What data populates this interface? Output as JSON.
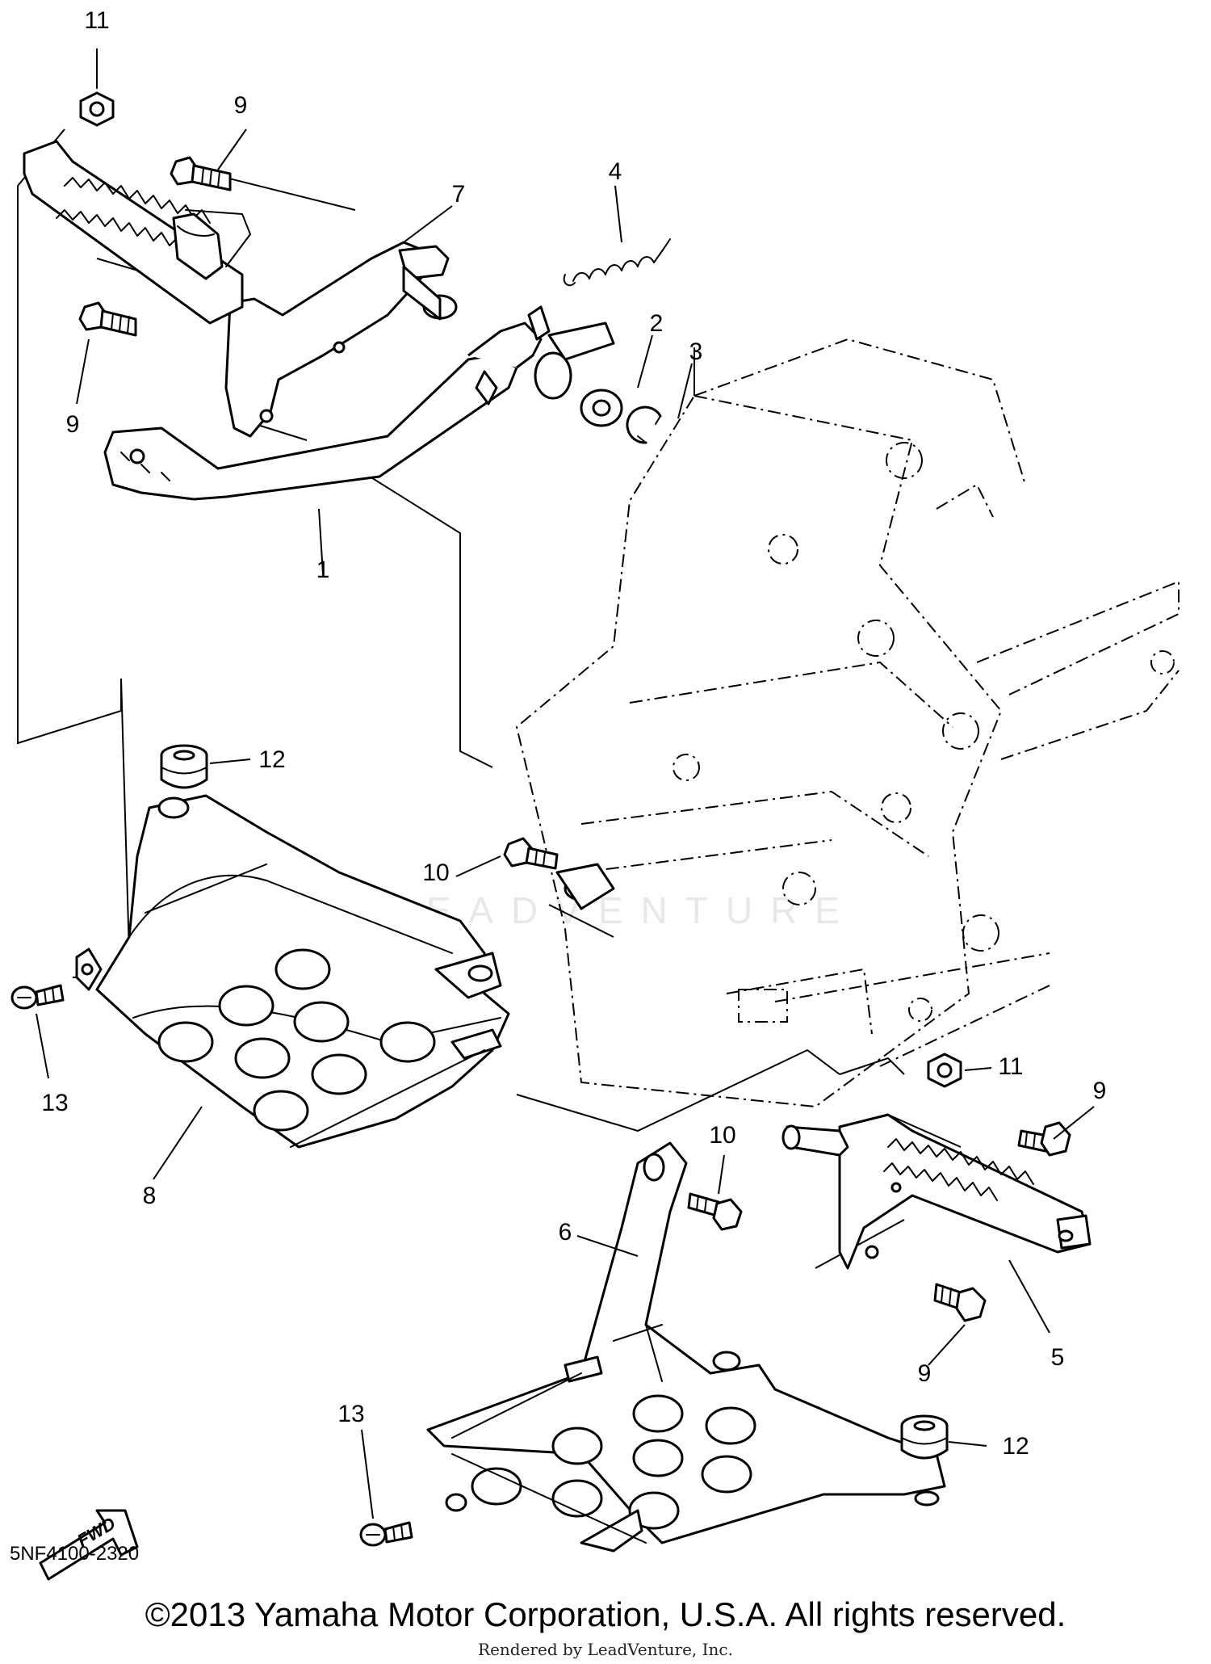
{
  "diagram": {
    "part_numbers": {
      "p1": "1",
      "p2": "2",
      "p3": "3",
      "p4": "4",
      "p5": "5",
      "p6": "6",
      "p7": "7",
      "p8": "8",
      "p9a": "9",
      "p9b": "9",
      "p9c": "9",
      "p9d": "9",
      "p10a": "10",
      "p10b": "10",
      "p11a": "11",
      "p11b": "11",
      "p12a": "12",
      "p12b": "12",
      "p13a": "13",
      "p13b": "13"
    },
    "fwd_label": "FWD",
    "watermark": "LEADVENTURE",
    "diagram_code": "5NF4100-2320",
    "copyright": "©2013 Yamaha Motor Corporation, U.S.A. All rights reserved.",
    "rendered_by": "Rendered by LeadVenture, Inc."
  }
}
